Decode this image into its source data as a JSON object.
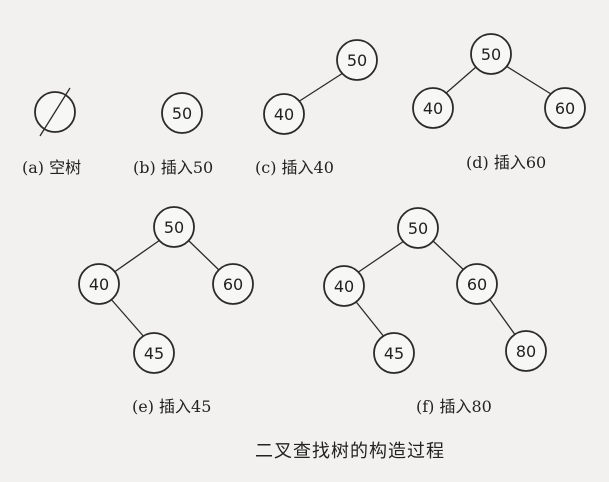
{
  "figure": {
    "title": "二叉查找树的构造过程",
    "panels": [
      {
        "caption": "(a) 空树",
        "nodes": [],
        "edges": [],
        "empty": true
      },
      {
        "caption": "(b) 插入50",
        "nodes": [
          "50"
        ],
        "edges": []
      },
      {
        "caption": "(c) 插入40",
        "nodes": [
          "50",
          "40"
        ],
        "edges": [
          [
            "50",
            "40"
          ]
        ]
      },
      {
        "caption": "(d) 插入60",
        "nodes": [
          "50",
          "40",
          "60"
        ],
        "edges": [
          [
            "50",
            "40"
          ],
          [
            "50",
            "60"
          ]
        ]
      },
      {
        "caption": "(e) 插入45",
        "nodes": [
          "50",
          "40",
          "60",
          "45"
        ],
        "edges": [
          [
            "50",
            "40"
          ],
          [
            "50",
            "60"
          ],
          [
            "40",
            "45"
          ]
        ]
      },
      {
        "caption": "(f) 插入80",
        "nodes": [
          "50",
          "40",
          "60",
          "45",
          "80"
        ],
        "edges": [
          [
            "50",
            "40"
          ],
          [
            "50",
            "60"
          ],
          [
            "40",
            "45"
          ],
          [
            "60",
            "80"
          ]
        ]
      }
    ]
  }
}
